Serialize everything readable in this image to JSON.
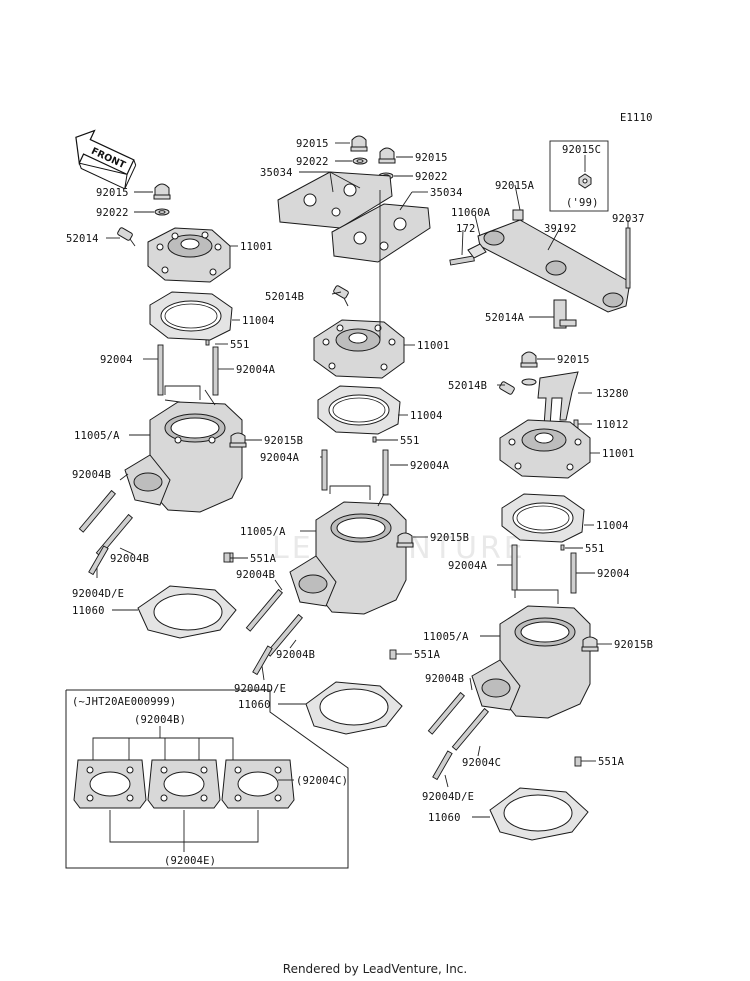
{
  "diagram_code": "E1110",
  "front_label": "FRONT",
  "watermark": "LEADVENTURE",
  "footer": "Rendered by LeadVenture, Inc.",
  "callouts": {
    "c92015_top1": "92015",
    "c92022_top1": "92022",
    "c92015_top2": "92015",
    "c92022_top2": "92022",
    "c35034_a": "35034",
    "c35034_b": "35034",
    "c92015C": "92015C",
    "c99": "('99)",
    "c92015A": "92015A",
    "c11060A": "11060A",
    "c172": "172",
    "c39192": "39192",
    "c92037": "92037",
    "c92015_l": "92015",
    "c92022_l": "92022",
    "c52014_l": "52014",
    "c11001_l": "11001",
    "c11004_l": "11004",
    "c52014B_m": "52014B",
    "c52014A": "52014A",
    "c11001_m": "11001",
    "c92004_l": "92004",
    "c551_l": "551",
    "c92004A_l": "92004A",
    "c11005A_l": "11005/A",
    "c92015B_l": "92015B",
    "c92004B_l1": "92004B",
    "c92004B_l2": "92004B",
    "c92004DE_l": "92004D/E",
    "c11060_l": "11060",
    "c92015_r": "92015",
    "c52014B_r": "52014B",
    "c13280": "13280",
    "c11012": "11012",
    "c11001_r": "11001",
    "c11004_m": "11004",
    "c551_m": "551",
    "c92004A_m1": "92004A",
    "c92004A_m2": "92004A",
    "c11005A_m": "11005/A",
    "c92015B_m": "92015B",
    "c551A_m": "551A",
    "c92004B_m1": "92004B",
    "c92004B_m2": "92004B",
    "c92004DE_m": "92004D/E",
    "c11060_m": "11060",
    "c551A_m2": "551A",
    "c11004_r": "11004",
    "c551_r": "551",
    "c92004A_r": "92004A",
    "c92004_r": "92004",
    "c11005A_r": "11005/A",
    "c92015B_r": "92015B",
    "c92004B_r": "92004B",
    "c92004C_r": "92004C",
    "c92004DE_r": "92004D/E",
    "c551A_r": "551A",
    "c11060_r": "11060"
  },
  "inset": {
    "title": "(~JHT20AE000999)",
    "label_top": "(92004B)",
    "label_right": "(92004C)",
    "label_bottom": "(92004E)"
  }
}
